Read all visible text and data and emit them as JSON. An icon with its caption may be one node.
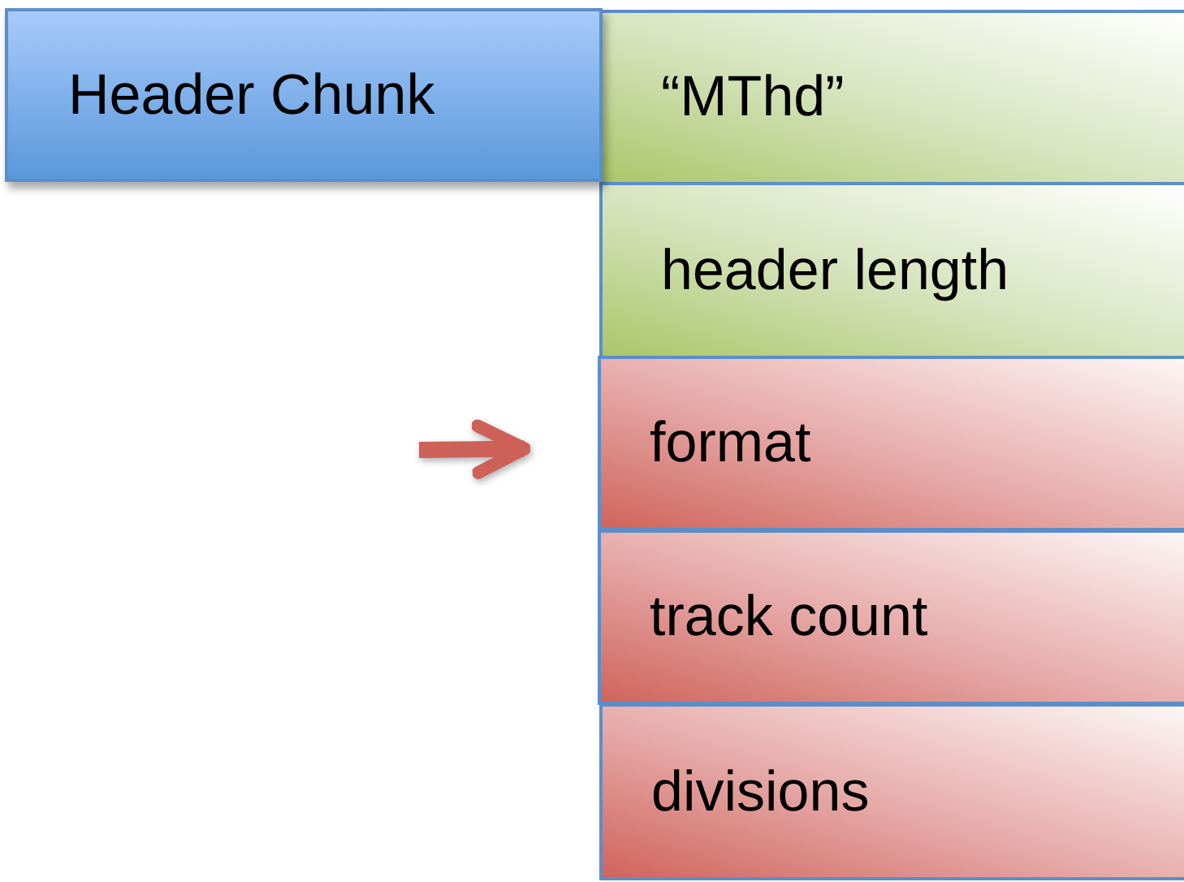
{
  "diagram": {
    "nodes": [
      {
        "text": [
          "Header Chunk"
        ]
      },
      {
        "text": [
          "“MThd”"
        ]
      },
      {
        "text": [
          "header length"
        ]
      },
      {
        "text": [
          "format"
        ]
      },
      {
        "text": [
          "track count"
        ]
      },
      {
        "text": [
          "divisions"
        ]
      }
    ],
    "edges": [
      {
        "from": null,
        "to": 3,
        "arrow": "to",
        "color": "#cd6158"
      }
    ]
  }
}
